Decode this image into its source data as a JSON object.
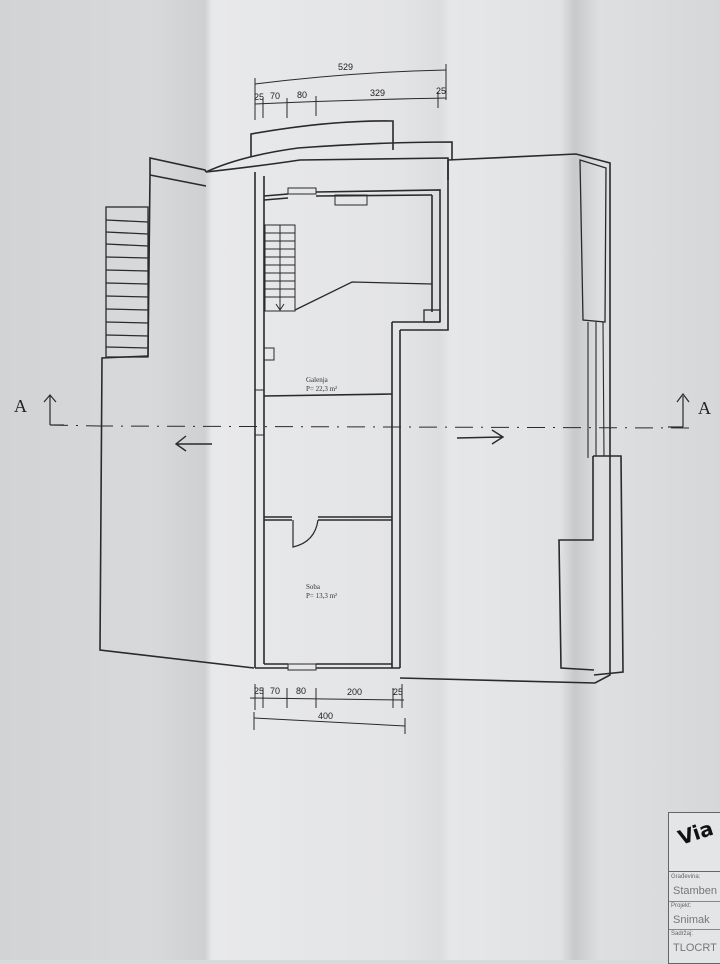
{
  "drawing": {
    "rooms": [
      {
        "name": "Galenja",
        "area": "P= 22,3 m²"
      },
      {
        "name": "Soba",
        "area": "P= 13,3 m²"
      }
    ],
    "dimensions_top": {
      "overall": "529",
      "segments": [
        "25",
        "70",
        "80",
        "329",
        "25"
      ]
    },
    "dimensions_bottom": {
      "overall": "400",
      "segments": [
        "25",
        "70",
        "80",
        "200",
        "25"
      ]
    },
    "section_marker": {
      "left": "A",
      "right": "A"
    }
  },
  "title_block": {
    "logo": "Via",
    "fields": [
      {
        "label": "Građevina:",
        "value": "Stamben"
      },
      {
        "label": "Projekt:",
        "value": "Snimak"
      },
      {
        "label": "Sadržaj:",
        "value": "TLOCRT"
      }
    ]
  },
  "colors": {
    "line": "#2a2a2a",
    "paper": "#e3e4e6"
  }
}
